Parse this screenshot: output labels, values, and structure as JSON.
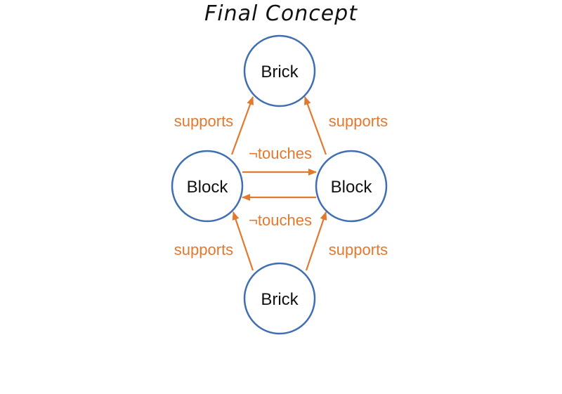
{
  "title": "Final Concept",
  "colors": {
    "node_stroke": "#3f6fb2",
    "edge": "#e2792e",
    "text": "#111111"
  },
  "nodes": [
    {
      "id": "brick-top",
      "label": "Brick"
    },
    {
      "id": "block-left",
      "label": "Block"
    },
    {
      "id": "block-right",
      "label": "Block"
    },
    {
      "id": "brick-bottom",
      "label": "Brick"
    }
  ],
  "edges": [
    {
      "from": "block-left",
      "to": "brick-top",
      "label": "supports"
    },
    {
      "from": "block-right",
      "to": "brick-top",
      "label": "supports"
    },
    {
      "from": "block-left",
      "to": "block-right",
      "label": "¬touches"
    },
    {
      "from": "block-right",
      "to": "block-left",
      "label": "¬touches"
    },
    {
      "from": "brick-bottom",
      "to": "block-left",
      "label": "supports"
    },
    {
      "from": "brick-bottom",
      "to": "block-right",
      "label": "supports"
    }
  ]
}
